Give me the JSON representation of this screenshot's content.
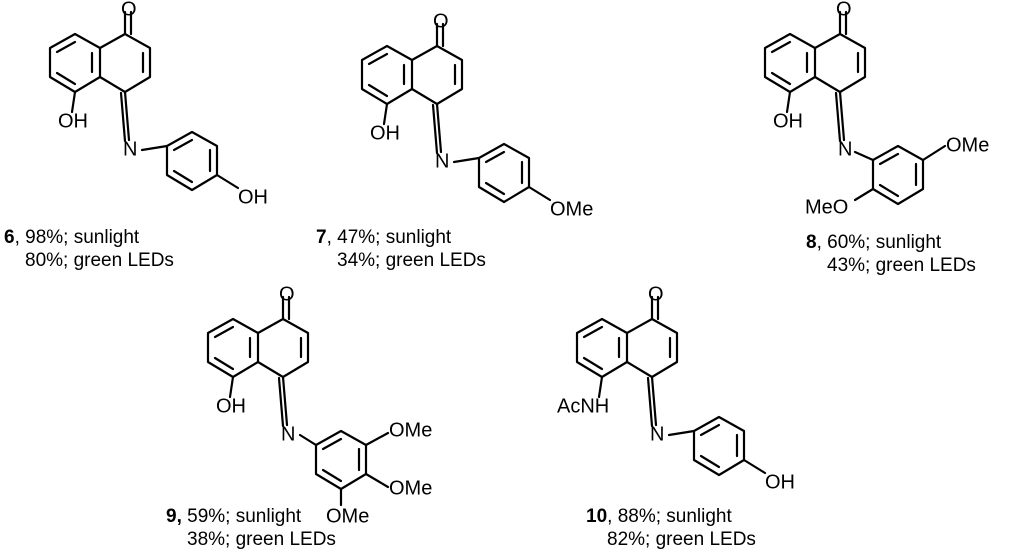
{
  "compounds": [
    {
      "number": "6",
      "line1": ", 98%; sunlight",
      "line2": "80%; green LEDs",
      "atoms": {
        "ketone": "O",
        "peri": "OH",
        "imine": "N",
        "para": "OH"
      }
    },
    {
      "number": "7",
      "line1": ", 47%; sunlight",
      "line2": "34%; green LEDs",
      "atoms": {
        "ketone": "O",
        "peri": "OH",
        "imine": "N",
        "para": "OMe"
      }
    },
    {
      "number": "8",
      "line1": ", 60%; sunlight",
      "line2": "43%; green LEDs",
      "atoms": {
        "ketone": "O",
        "peri": "OH",
        "imine": "N",
        "meta": "OMe",
        "ortho": "MeO"
      }
    },
    {
      "number": "9,",
      "line1": " 59%; sunlight",
      "line2": "38%; green LEDs",
      "atoms": {
        "ketone": "O",
        "peri": "OH",
        "imine": "N",
        "meta_top": "OMe",
        "para": "OMe",
        "meta_bottom": "OMe"
      }
    },
    {
      "number": "10",
      "line1": ", 88%; sunlight",
      "line2": "82%; green LEDs",
      "atoms": {
        "ketone": "O",
        "peri": "AcNH",
        "imine": "N",
        "para": "OH"
      }
    }
  ]
}
